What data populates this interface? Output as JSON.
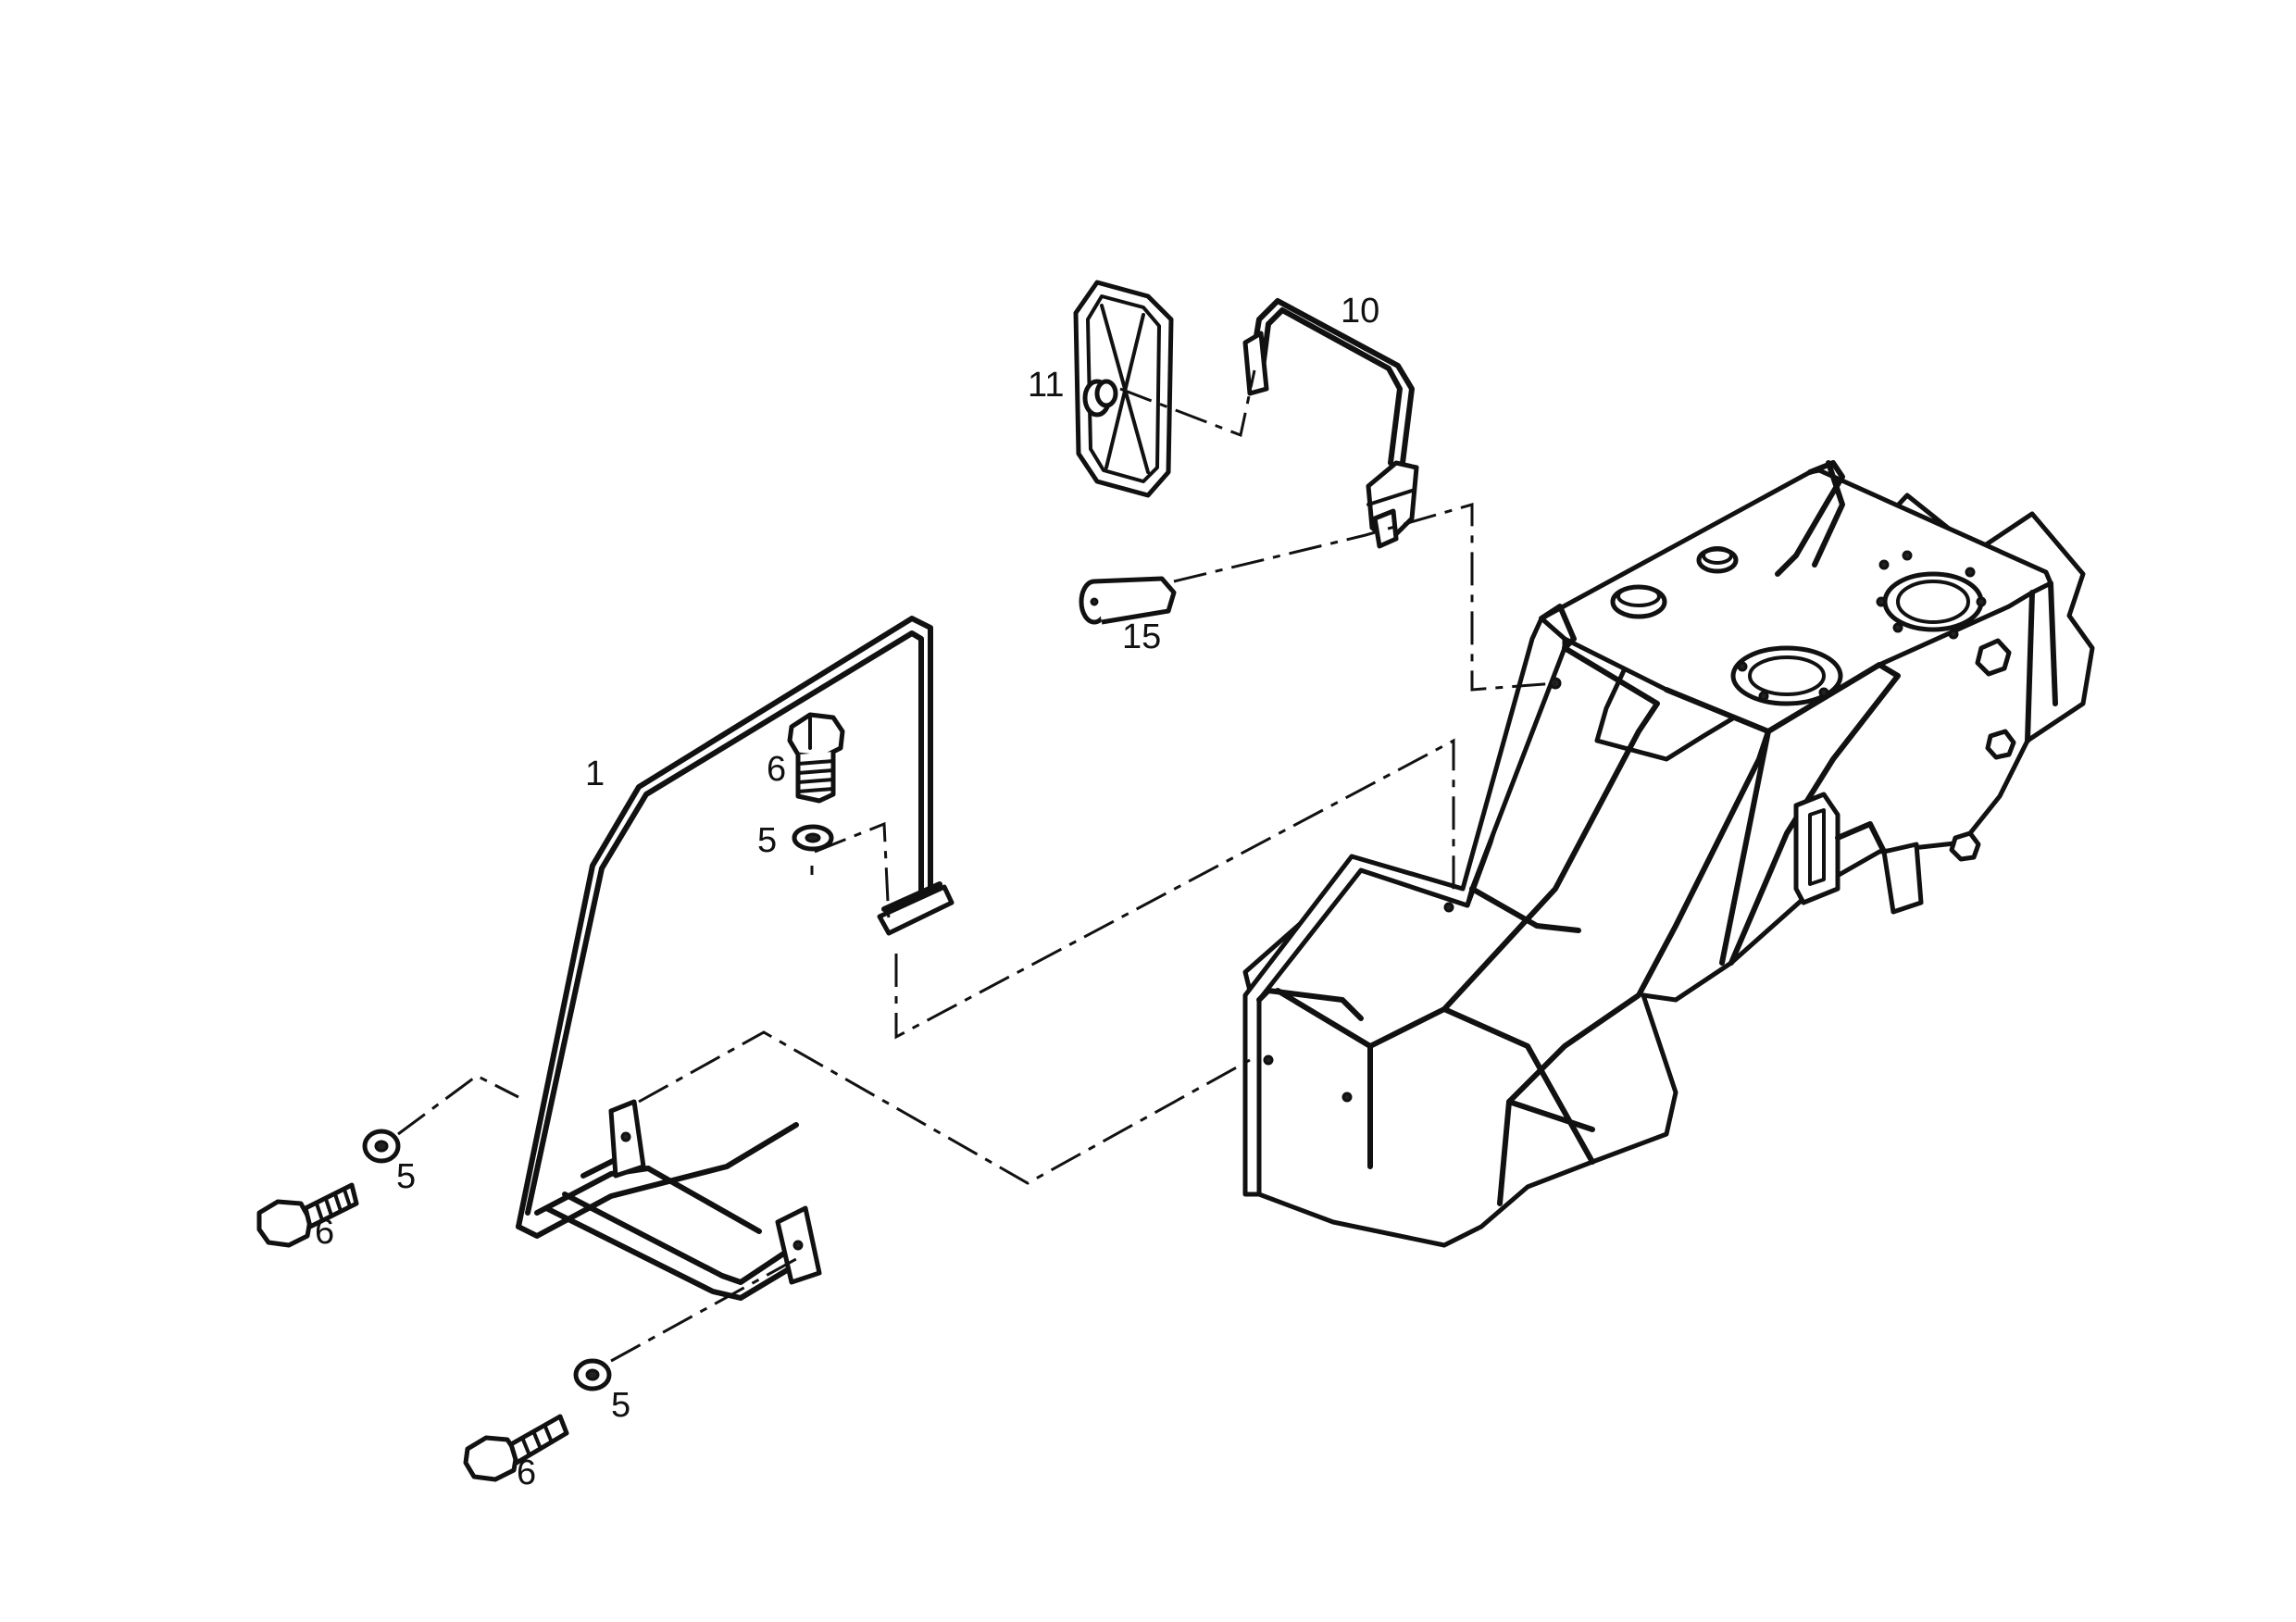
{
  "diagram": {
    "callouts": {
      "grab_handle": "1",
      "mirror_arm": "10",
      "mirror_head": "11",
      "mirror_bolt": "15",
      "top_bolt": "6",
      "top_washer": "5",
      "left_washer": "5",
      "left_bolt": "6",
      "lower_washer": "5",
      "lower_bolt": "6"
    }
  }
}
